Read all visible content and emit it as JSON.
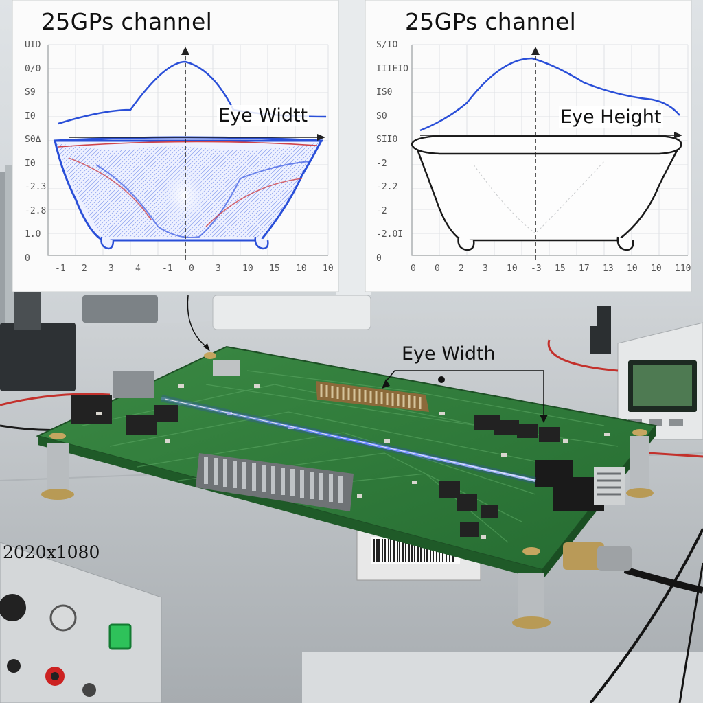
{
  "left_chart": {
    "title": "25GPs channel",
    "callout": "Eye Widtt",
    "y_ticks": [
      "UID",
      "0/0",
      "S9",
      "I0",
      "S0Δ",
      "I0",
      "-2.3",
      "-2.8",
      "1.0",
      "0"
    ],
    "x_ticks": [
      "-1",
      "2",
      "3",
      "4",
      "-1",
      "0",
      "3",
      "10",
      "15",
      "10",
      "10"
    ]
  },
  "right_chart": {
    "title": "25GPs channel",
    "callout": "Eye Height",
    "y_ticks": [
      "S/IO",
      "IIIEIO",
      "IS0",
      "S0",
      "SII0",
      "-2",
      "-2.2",
      "-2",
      "-2.0I",
      "0"
    ],
    "x_ticks": [
      "0",
      "0",
      "2",
      "3",
      "10",
      "-3",
      "15",
      "17",
      "13",
      "10",
      "10",
      "110"
    ]
  },
  "board": {
    "callout": "Eye Width"
  },
  "overlay": {
    "resolution": "2020x1080"
  },
  "colors": {
    "eye_blue": "#2a4fd8",
    "eye_red": "#d0434a",
    "pcb_green": "#2f7a3a",
    "laser": "#6f8cff"
  }
}
